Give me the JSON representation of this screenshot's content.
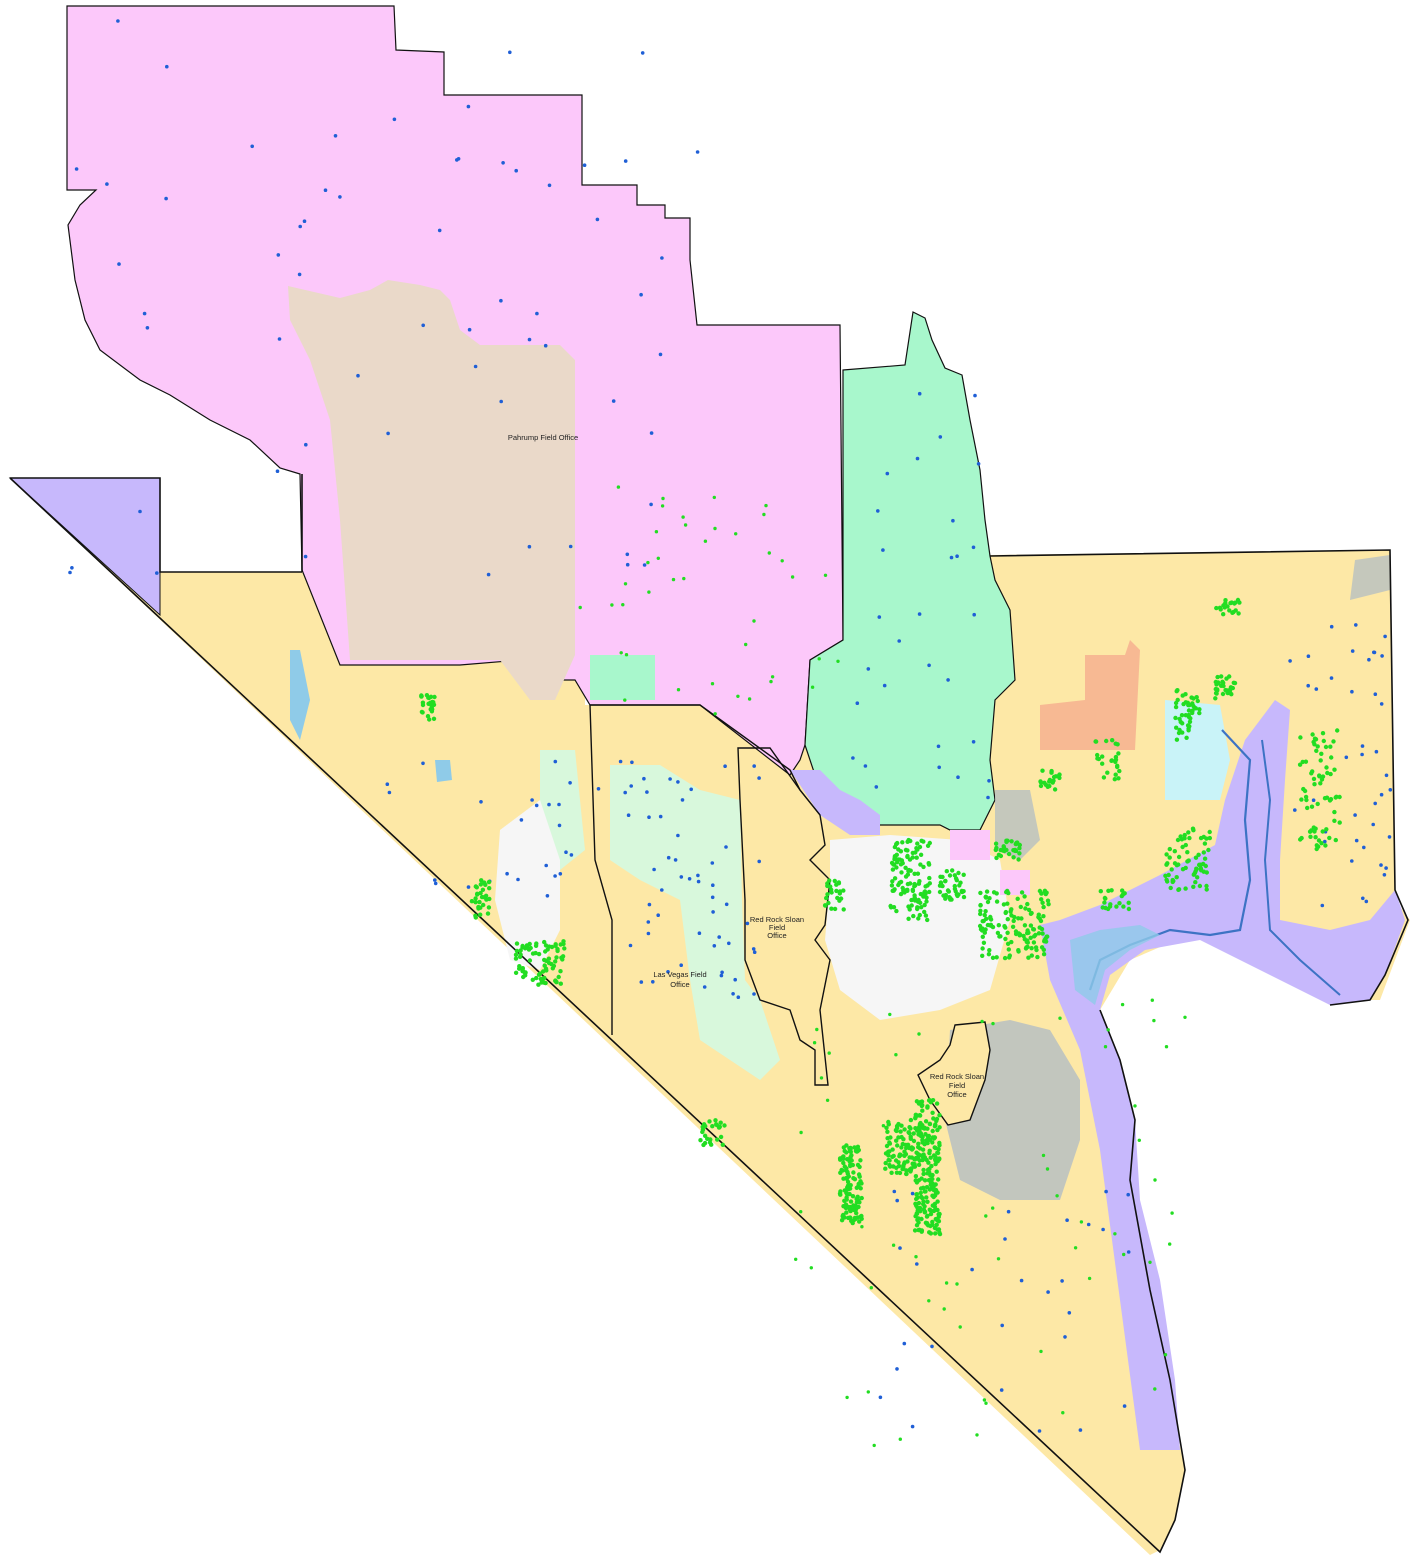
{
  "map": {
    "labels": {
      "pahrump": "Pahrump Field Office",
      "red_rock_upper": [
        "Red Rock Sloan",
        "Field",
        "Office"
      ],
      "las_vegas": [
        "Las Vegas Field",
        "Office"
      ],
      "red_rock_lower": [
        "Red Rock Sloan",
        "Field",
        "Office"
      ]
    },
    "colors": {
      "pink_zone": "#fcc8fa",
      "tan_zone": "#ead9c9",
      "mint_zone": "#a8f7cc",
      "lavender_zone": "#c7b8fc",
      "yellow_zone": "#fde8a6",
      "light_green_zone": "#d8f8dc",
      "urban_white": "#f6f6f6",
      "gray_zone": "#b7bfc2",
      "orange_zone": "#f7b993",
      "water_blue": "#8fcbe8",
      "river_blue": "#3d73c4",
      "green_points": "#22dd22",
      "blue_points": "#1f5fd6",
      "boundary_line": "#111111"
    }
  }
}
